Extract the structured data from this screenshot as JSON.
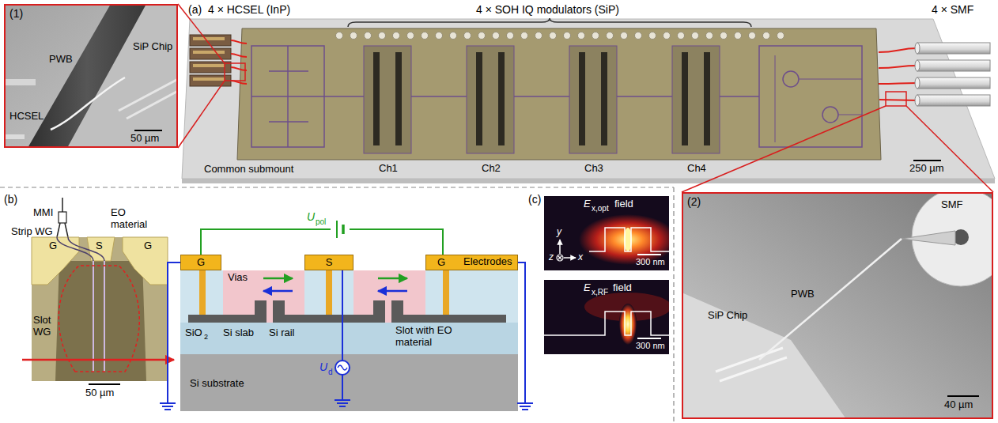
{
  "diagram": {
    "nodes": [
      {
        "text": [
          "(1)"
        ]
      },
      {
        "text": [
          "(2)"
        ]
      },
      {
        "text": [
          "G"
        ]
      },
      {
        "text": [
          "S"
        ]
      },
      {
        "text": [
          "G"
        ]
      }
    ],
    "edges": [
      {
        "from": 2,
        "to": 4,
        "arrow": "none"
      }
    ],
    "labels": [
      "(a)",
      "4 × HCSEL (InP)",
      "4 × SOH IQ modulators (SiP)",
      "4 × SMF",
      "HCSEL",
      "PWB",
      "SiP Chip",
      "50 µm",
      "Common submount",
      "Ch1",
      "Ch2",
      "Ch3",
      "Ch4",
      "250 µm",
      "(b)",
      "MMI",
      "Strip WG",
      "EO material",
      "G",
      "S",
      "G",
      "Slot WG",
      "50 µm",
      "U",
      "pol",
      "Electrodes",
      "Vias",
      "SiO",
      "2",
      "Si slab",
      "Si rail",
      "Slot with EO material",
      "Si substrate",
      "U",
      "d",
      "(c)",
      "E",
      "x,opt",
      "field",
      "300 nm",
      "y",
      "z",
      "x",
      "E",
      "x,RF",
      "field",
      "300 nm",
      "SMF",
      "PWB",
      "SiP Chip",
      "40 µm"
    ]
  }
}
